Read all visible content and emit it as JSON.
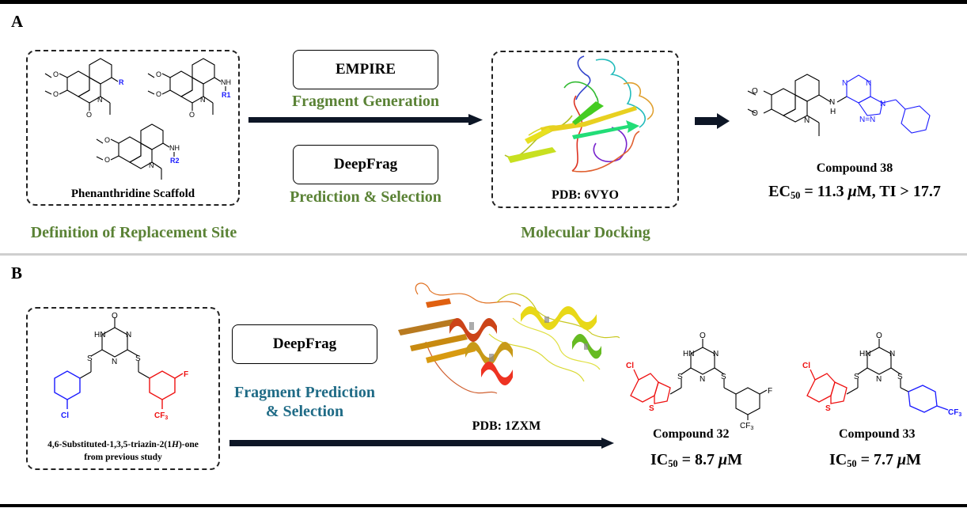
{
  "panel_a": {
    "letter": "A",
    "scaffold": {
      "caption": "Phenanthridine Scaffold",
      "r_labels": [
        "R",
        "NH",
        "R1",
        "NH",
        "R2"
      ],
      "atoms": [
        "O",
        "O",
        "N",
        "O"
      ]
    },
    "section_label": "Definition of Replacement Site",
    "tools": [
      {
        "name": "EMPIRE",
        "task": "Fragment Generation"
      },
      {
        "name": "DeepFrag",
        "task": "Prediction & Selection"
      }
    ],
    "protein": {
      "caption": "PDB: 6VYO"
    },
    "docking_label": "Molecular Docking",
    "result": {
      "compound": "Compound 38",
      "metric_prefix": "EC",
      "metric_sub": "50",
      "metric_value": " = 11.3 ",
      "metric_unit_mu": "μ",
      "metric_unit_rest": "M, TI > 17.7",
      "atoms": [
        "O",
        "O",
        "N",
        "N",
        "H",
        "N",
        "N",
        "N",
        "N",
        "N"
      ]
    }
  },
  "panel_b": {
    "letter": "B",
    "scaffold": {
      "caption_line1_pre": "4,6-Substituted-1,3,5-triazin-2(1",
      "caption_line1_ital": "H",
      "caption_line1_post": ")-one",
      "caption_line2": "from previous study",
      "atoms": [
        "O",
        "HN",
        "N",
        "N",
        "S",
        "S",
        "Cl",
        "F",
        "CF3"
      ]
    },
    "tool": {
      "name": "DeepFrag",
      "task_line1": "Fragment Prediction",
      "task_line2": "& Selection"
    },
    "protein": {
      "caption": "PDB: 1ZXM"
    },
    "results": [
      {
        "compound": "Compound 32",
        "metric_prefix": "IC",
        "metric_sub": "50",
        "metric_value": " = 8.7 ",
        "mu": "μ",
        "unit": "M"
      },
      {
        "compound": "Compound 33",
        "metric_prefix": "IC",
        "metric_sub": "50",
        "metric_value": " = 7.7 ",
        "mu": "μ",
        "unit": "M"
      }
    ]
  },
  "colors": {
    "green_label": "#5a8235",
    "teal_label": "#1f6b86",
    "highlight_blue": "#1a1aff",
    "highlight_red": "#ee1111",
    "arrow": "#0d1626"
  }
}
